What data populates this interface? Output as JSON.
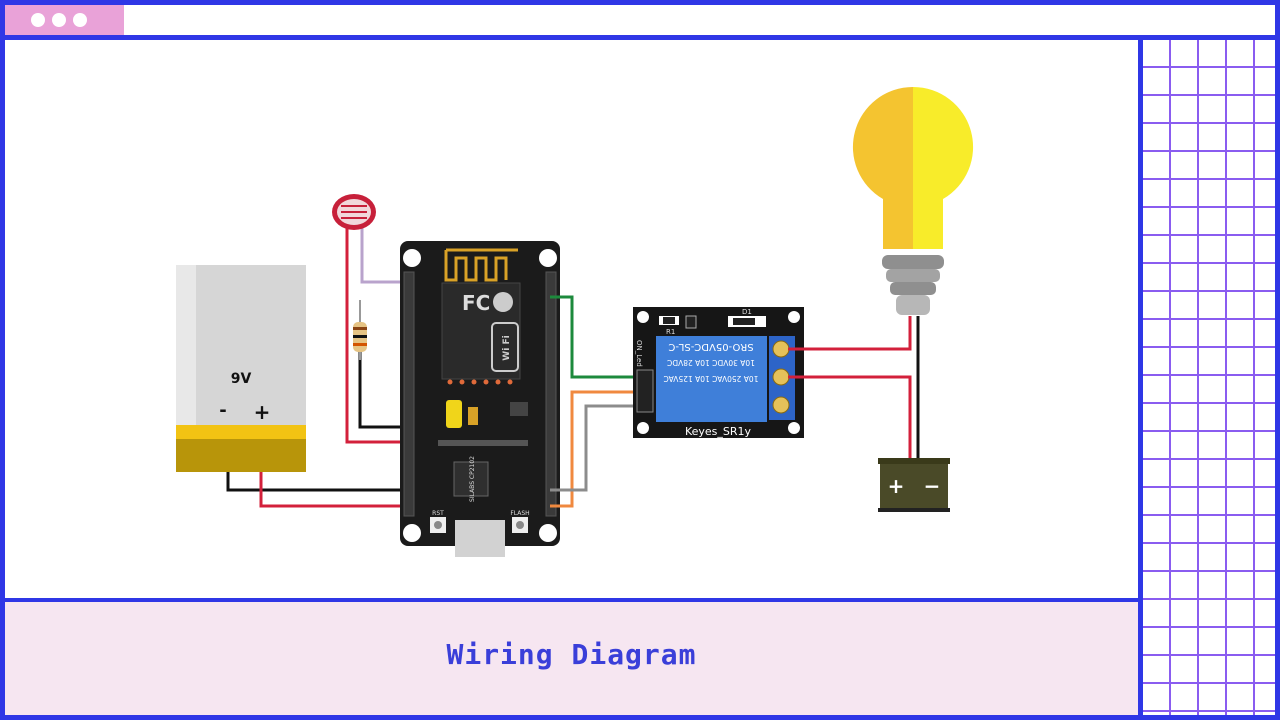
{
  "window": {
    "titlebar_dots": 3
  },
  "diagram": {
    "battery_label": "9V",
    "battery_minus": "-",
    "battery_plus": "+",
    "relay_model": "SRO-05VDC-SL-C",
    "relay_rating_1": "10A 30VDC 10A 28VDC",
    "relay_rating_2": "10A 250VAC 10A 125VAC",
    "relay_name": "Keyes_SR1y",
    "relay_r1": "R1",
    "relay_d1": "D1",
    "relay_led": "ON_Led",
    "mcu_wifi": "Wi Fi",
    "mcu_chip": "SILABS CP2102",
    "mcu_btn_rst": "RST",
    "mcu_btn_flash": "FLASH",
    "dc_source_plus": "+",
    "dc_source_minus": "−"
  },
  "caption": {
    "text": "Wiring Diagram"
  }
}
